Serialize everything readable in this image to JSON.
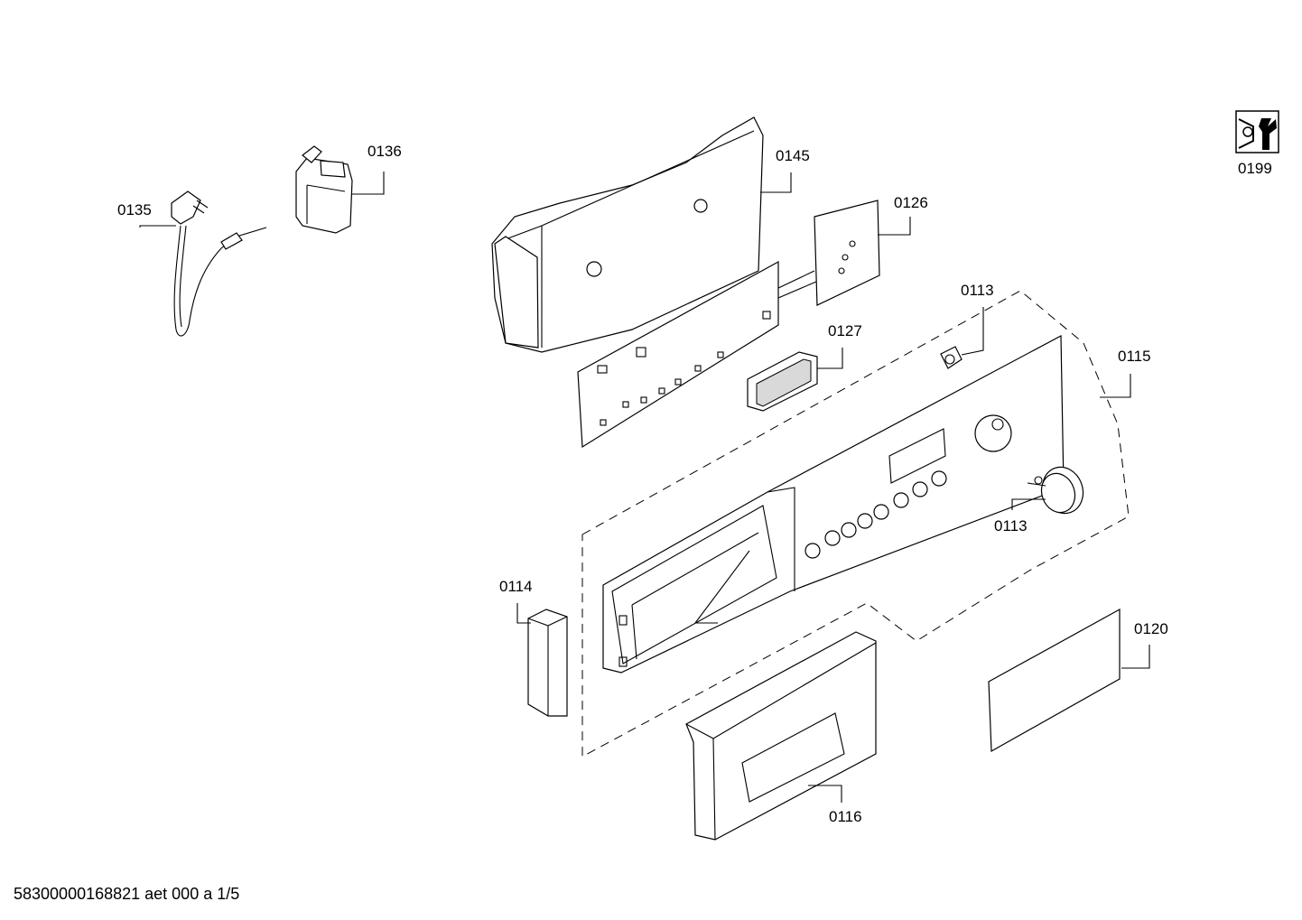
{
  "callouts": [
    {
      "id": "0135",
      "label": "0135"
    },
    {
      "id": "0136",
      "label": "0136"
    },
    {
      "id": "0145",
      "label": "0145"
    },
    {
      "id": "0126",
      "label": "0126"
    },
    {
      "id": "0113a",
      "label": "0113"
    },
    {
      "id": "0127",
      "label": "0127"
    },
    {
      "id": "0115",
      "label": "0115"
    },
    {
      "id": "0113b",
      "label": "0113"
    },
    {
      "id": "0114",
      "label": "0114"
    },
    {
      "id": "0120",
      "label": "0120"
    },
    {
      "id": "0116",
      "label": "0116"
    },
    {
      "id": "0199",
      "label": "0199"
    }
  ],
  "icons": {
    "service": "wrench-nut-icon"
  },
  "footer": "58300000168821 aet 000 a 1/5"
}
